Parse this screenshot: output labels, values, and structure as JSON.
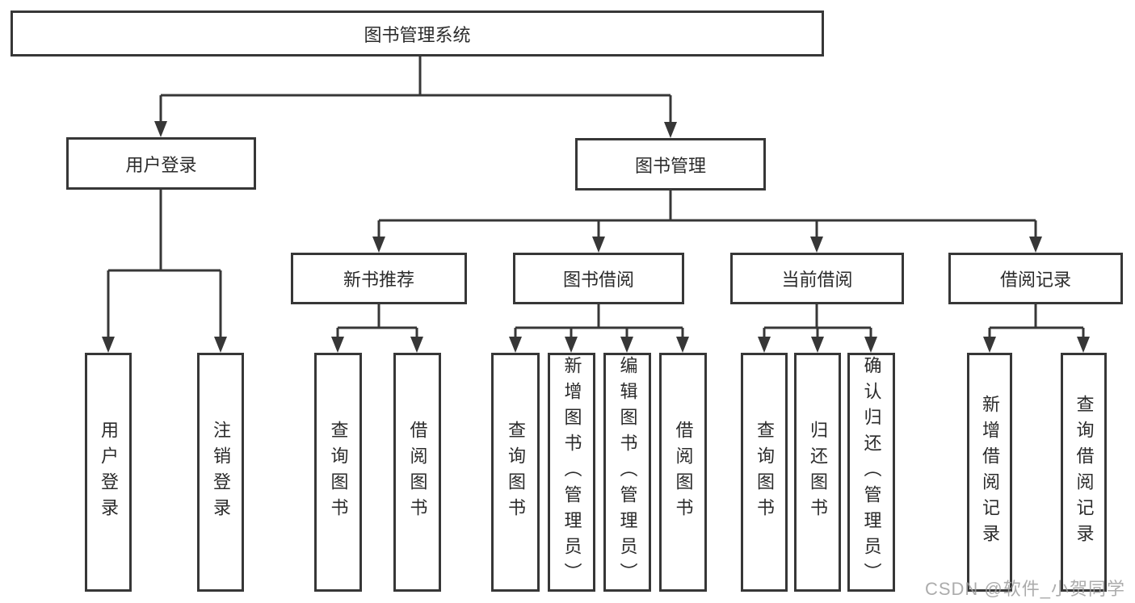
{
  "diagram": {
    "title": "图书管理系统",
    "tree": {
      "label": "图书管理系统",
      "children": [
        {
          "label": "用户登录",
          "children": [
            {
              "label": "用户登录"
            },
            {
              "label": "注销登录"
            }
          ]
        },
        {
          "label": "图书管理",
          "children": [
            {
              "label": "新书推荐",
              "children": [
                {
                  "label": "查询图书"
                },
                {
                  "label": "借阅图书"
                }
              ]
            },
            {
              "label": "图书借阅",
              "children": [
                {
                  "label": "查询图书"
                },
                {
                  "label": "新增图书（管理员）"
                },
                {
                  "label": "编辑图书（管理员）"
                },
                {
                  "label": "借阅图书"
                }
              ]
            },
            {
              "label": "当前借阅",
              "children": [
                {
                  "label": "查询图书"
                },
                {
                  "label": "归还图书"
                },
                {
                  "label": "确认归还（管理员）"
                }
              ]
            },
            {
              "label": "借阅记录",
              "children": [
                {
                  "label": "新增借阅记录"
                },
                {
                  "label": "查询借阅记录"
                }
              ]
            }
          ]
        }
      ]
    }
  },
  "watermark": {
    "text": "CSDN @软件_小贺同学"
  },
  "colors": {
    "line": "#373737",
    "text": "#2b2b2b",
    "background": "#ffffff",
    "watermark": "#9e9e9e"
  }
}
